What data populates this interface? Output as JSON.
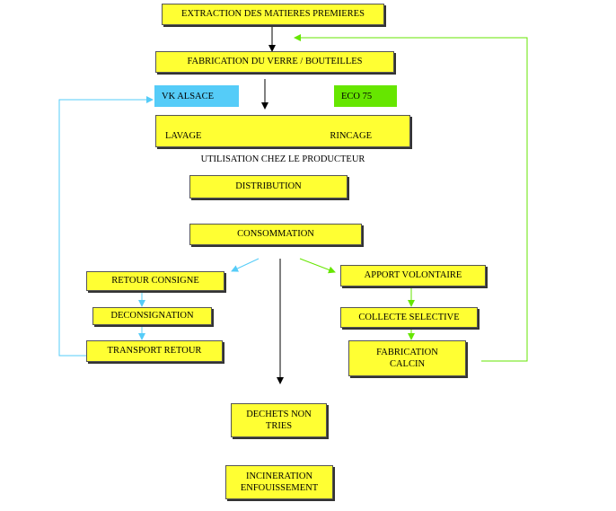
{
  "boxes": {
    "extraction": "EXTRACTION DES MATIERES PREMIERES",
    "fabrication_verre": "FABRICATION DU VERRE / BOUTEILLES",
    "lavage": "LAVAGE",
    "rincage": "RINCAGE",
    "utilisation": "UTILISATION CHEZ LE PRODUCTEUR",
    "distribution": "DISTRIBUTION",
    "consommation": "CONSOMMATION",
    "retour_consigne": "RETOUR CONSIGNE",
    "deconsignation": "DECONSIGNATION",
    "transport_retour": "TRANSPORT RETOUR",
    "apport_volontaire": "APPORT VOLONTAIRE",
    "collecte_selective": "COLLECTE SELECTIVE",
    "fabrication_calcin": "FABRICATION\nCALCIN",
    "dechets_non_tries": "DECHETS NON\nTRIES",
    "incineration": "INCINERATION\nENFOUISSEMENT"
  },
  "tags": {
    "vk_alsace": "VK ALSACE",
    "eco75": "ECO 75"
  },
  "colors": {
    "box_fill": "#ffff33",
    "vk_alsace": "#55ccf8",
    "eco75": "#66e600",
    "arrow_black": "#000000",
    "arrow_blue": "#55ccf8",
    "arrow_green": "#66e600"
  }
}
